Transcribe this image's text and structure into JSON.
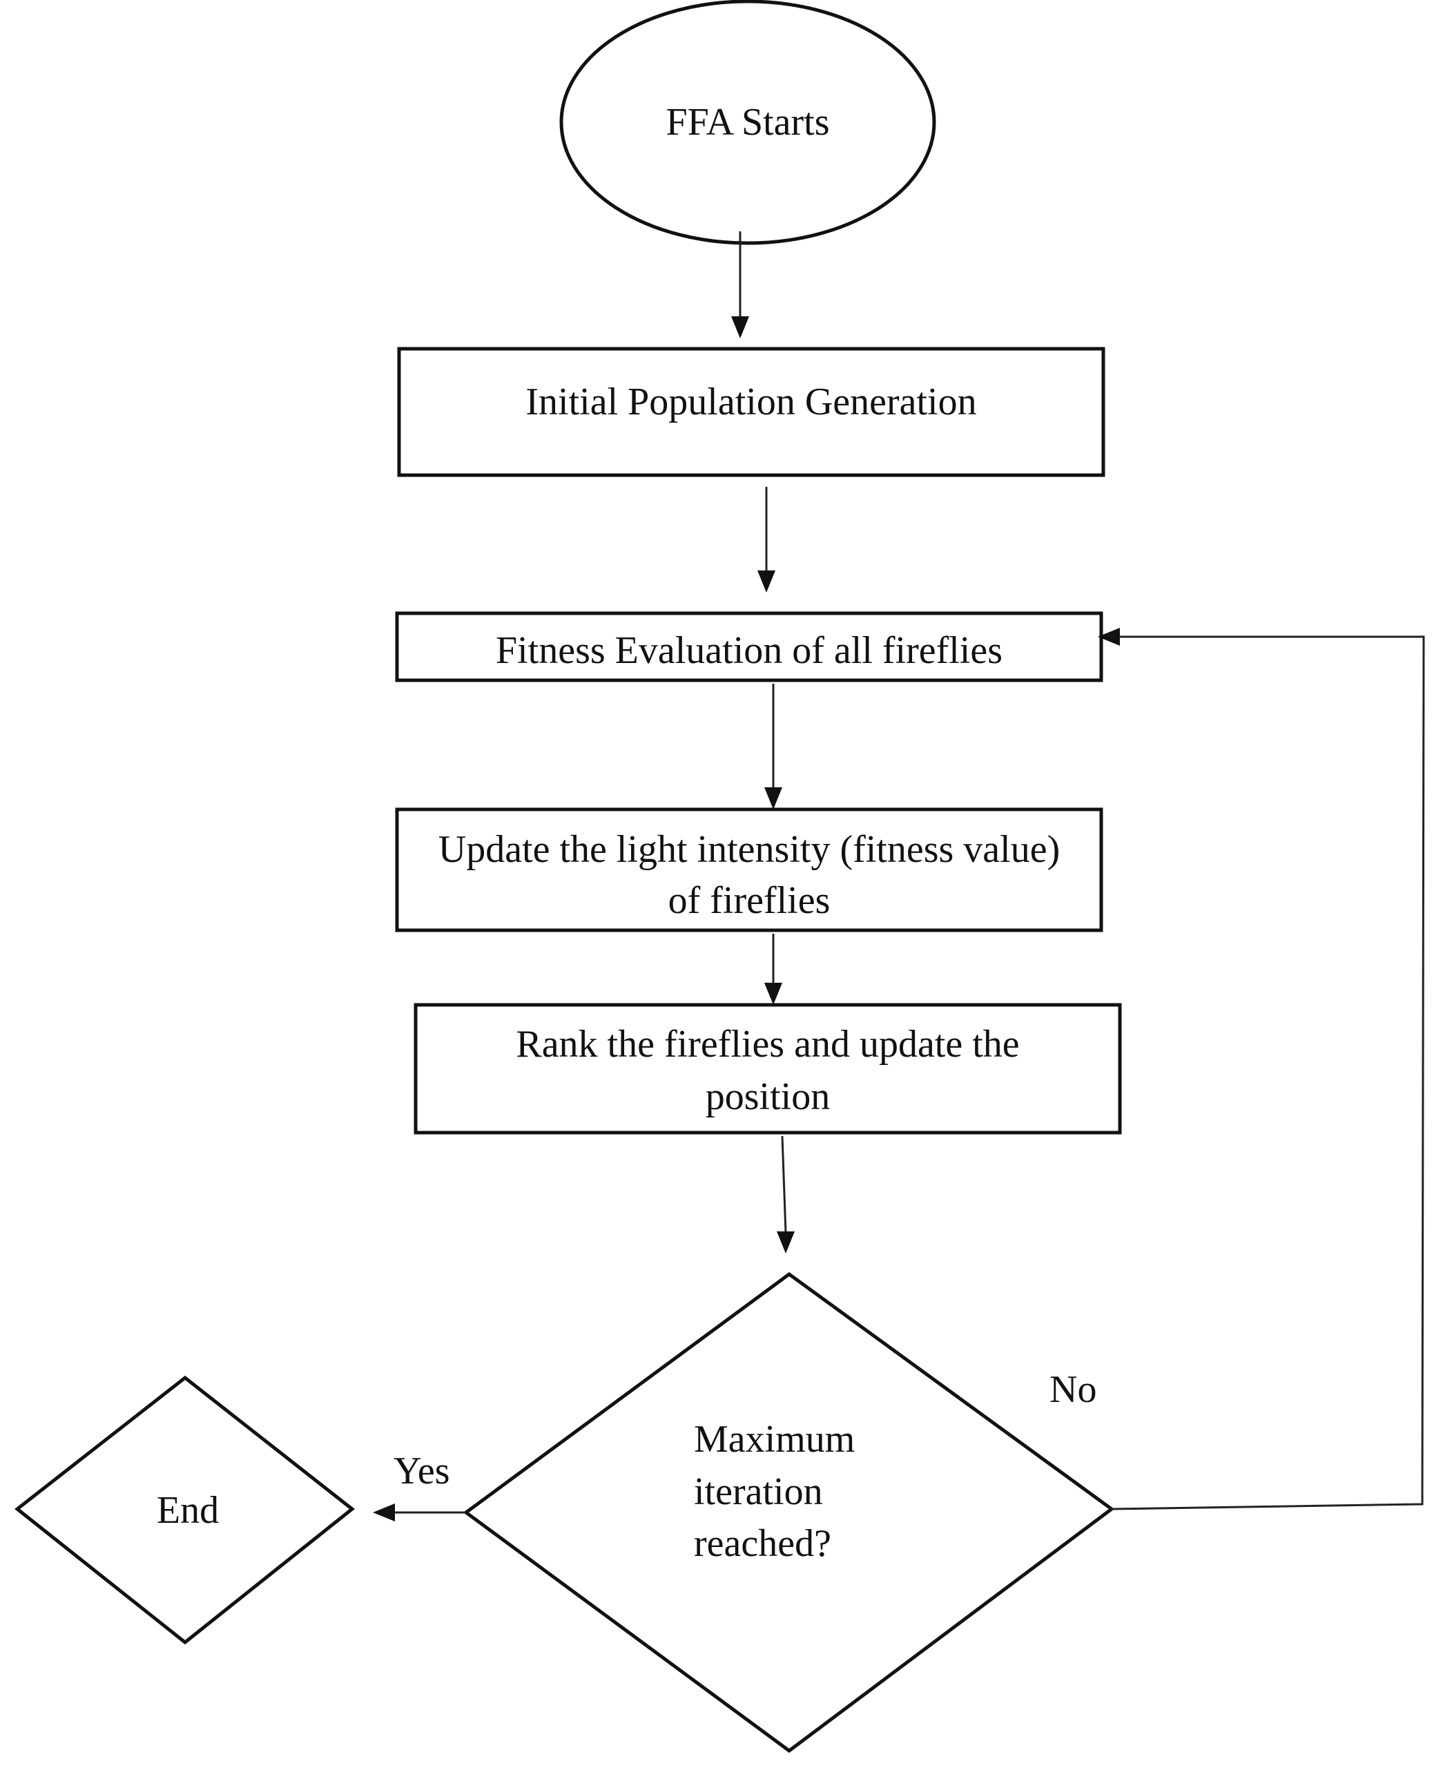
{
  "flowchart": {
    "start": {
      "label": "FFA Starts"
    },
    "step_init": {
      "label": "Initial Population Generation"
    },
    "step_fitness": {
      "label": "Fitness Evaluation of all fireflies"
    },
    "step_update_light": {
      "line1": "Update the light intensity (fitness value)",
      "line2": "of fireflies"
    },
    "step_rank": {
      "line1": "Rank the fireflies and update the",
      "line2": "position"
    },
    "decision": {
      "line1": "Maximum",
      "line2": "iteration",
      "line3": "reached?"
    },
    "end": {
      "label": "End"
    },
    "edge_labels": {
      "yes": "Yes",
      "no": "No"
    }
  }
}
